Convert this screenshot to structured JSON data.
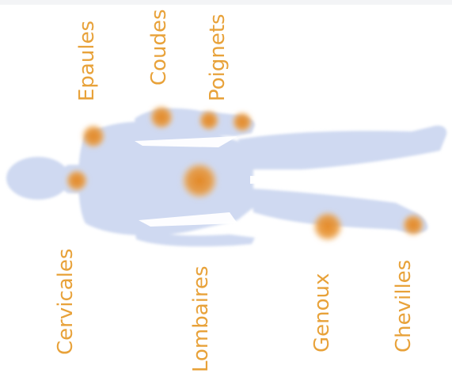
{
  "colors": {
    "body": "#cfd9f1",
    "accent": "#e8a23a",
    "spot": "#e58a1e"
  },
  "labels": {
    "epaules": "Epaules",
    "coudes": "Coudes",
    "poignets": "Poignets",
    "cervicales": "Cervicales",
    "lombaires": "Lombaires",
    "genoux": "Genoux",
    "chevilles": "Chevilles"
  }
}
